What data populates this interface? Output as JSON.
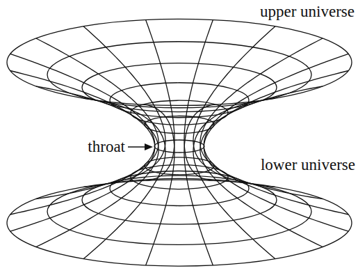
{
  "diagram": {
    "labels": [
      "upper universe",
      "throat",
      "lower universe"
    ]
  }
}
